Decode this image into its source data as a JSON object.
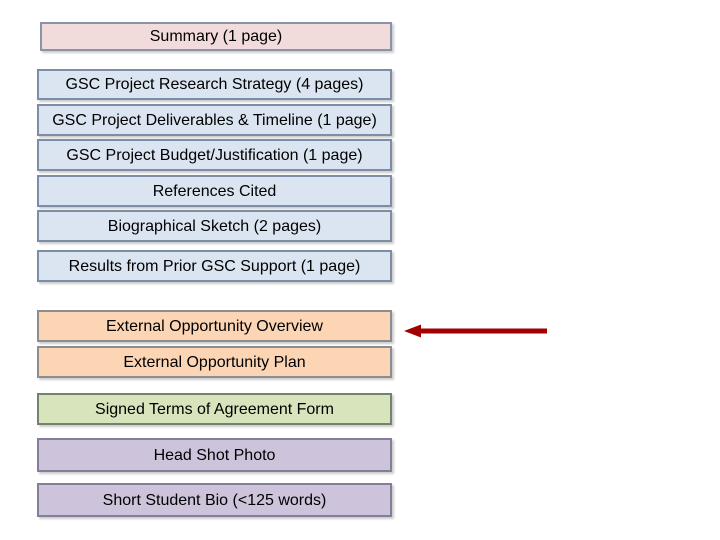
{
  "slide": {
    "background": "#FFFFFF"
  },
  "palette": {
    "pink_fill": "#F2DCDB",
    "pink_border": "#8A93A8",
    "blue_fill": "#DBE5F1",
    "blue_border": "#7E8DA6",
    "orange_fill": "#FCD5B4",
    "orange_border": "#8B8D92",
    "green_fill": "#D7E4BC",
    "green_border": "#74826F",
    "purple_fill": "#CDC4DC",
    "purple_border": "#837F99",
    "arrow_red": "#A00000",
    "text": "#000000"
  },
  "boxes": [
    {
      "label": "Summary (1 page)",
      "group": "pink"
    },
    {
      "label": "GSC Project Research Strategy (4 pages)",
      "group": "blue"
    },
    {
      "label": "GSC Project Deliverables & Timeline (1 page)",
      "group": "blue"
    },
    {
      "label": "GSC Project Budget/Justification (1 page)",
      "group": "blue"
    },
    {
      "label": "References Cited",
      "group": "blue"
    },
    {
      "label": "Biographical Sketch (2 pages)",
      "group": "blue"
    },
    {
      "label": "Results from Prior GSC Support (1 page)",
      "group": "blue"
    },
    {
      "label": "External Opportunity Overview",
      "group": "orange"
    },
    {
      "label": "External Opportunity Plan",
      "group": "orange"
    },
    {
      "label": "Signed Terms of Agreement Form",
      "group": "green"
    },
    {
      "label": "Head Shot Photo",
      "group": "purple"
    },
    {
      "label": "Short Student Bio (<125 words)",
      "group": "purple"
    }
  ],
  "arrow": {
    "direction": "left",
    "color": "#A00000"
  }
}
